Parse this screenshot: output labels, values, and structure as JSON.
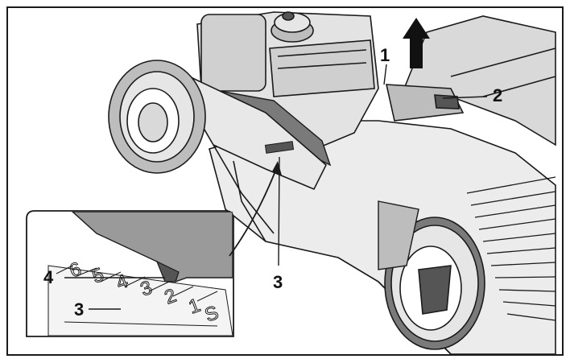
{
  "figure": {
    "description_visible": false,
    "colors": {
      "outline": "#1a1a1a",
      "shade_light": "#e6e6e6",
      "shade_mid": "#bdbdbd",
      "shade_dark": "#7a7a7a",
      "shade_darker": "#555555",
      "background": "#ffffff"
    },
    "callouts": [
      {
        "id": "1",
        "label": "1"
      },
      {
        "id": "2",
        "label": "2"
      },
      {
        "id": "3",
        "label": "3"
      },
      {
        "id": "4",
        "label": "4"
      },
      {
        "id": "3b",
        "label": "3"
      }
    ],
    "height_scale": {
      "marks": [
        "6",
        "5",
        "4",
        "3",
        "2",
        "1",
        "S"
      ]
    }
  }
}
